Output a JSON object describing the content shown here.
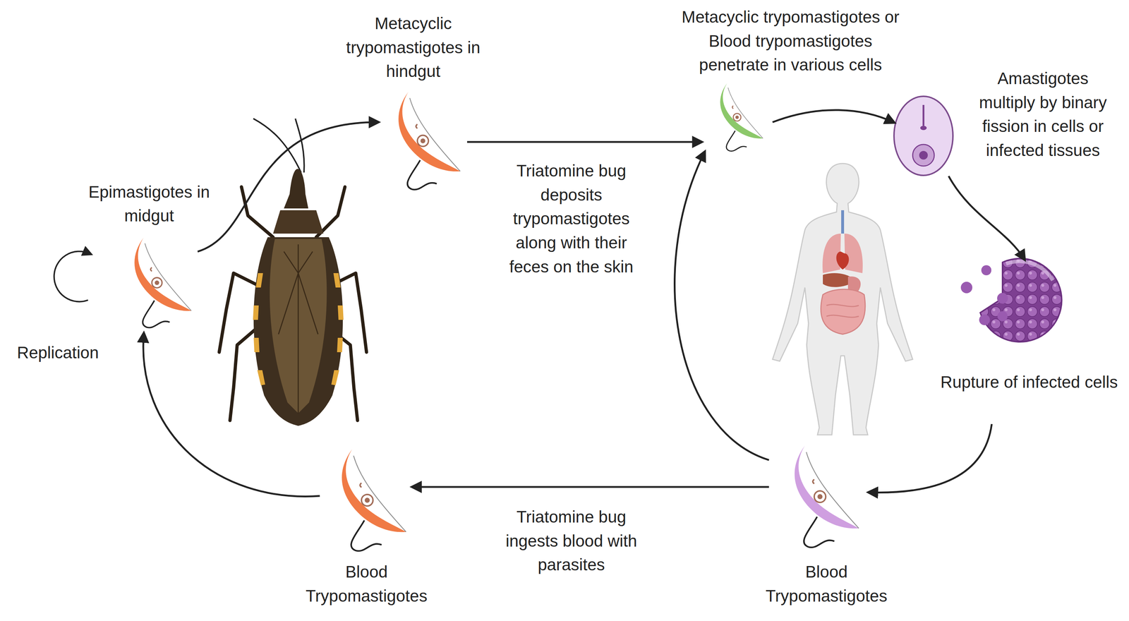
{
  "diagram": {
    "nodes": [
      {
        "text": [
          "Epimastigotes in midgut"
        ]
      },
      {
        "text": [
          "Metacyclic trypomastigotes in hindgut"
        ]
      },
      {
        "text": [
          "Metacyclic trypomastigotes or Blood trypomastigotes penetrate in various cells"
        ]
      },
      {
        "text": [
          "Amastigotes multiply by binary fission in cells or infected tissues"
        ]
      },
      {
        "text": [
          "Rupture of infected cells"
        ]
      },
      {
        "text": [
          "Blood Trypomastigotes"
        ]
      },
      {
        "text": [
          "Blood Trypomastigotes"
        ]
      }
    ],
    "edges": [
      {
        "from": 0,
        "to": 1,
        "arrow": "to"
      },
      {
        "from": 1,
        "to": 2,
        "arrow": "to",
        "label": "Triatomine bug deposits trypomastigotes along with their feces on the skin"
      },
      {
        "from": 2,
        "to": 3,
        "arrow": "to"
      },
      {
        "from": 3,
        "to": 4,
        "arrow": "to"
      },
      {
        "from": 4,
        "to": 5,
        "arrow": "to"
      },
      {
        "from": 5,
        "to": 2,
        "arrow": "to"
      },
      {
        "from": 5,
        "to": 6,
        "arrow": "to",
        "label": "Triatomine bug ingests blood with parasites"
      },
      {
        "from": 6,
        "to": 0,
        "arrow": "to"
      }
    ],
    "labels": [
      "Replication"
    ]
  }
}
